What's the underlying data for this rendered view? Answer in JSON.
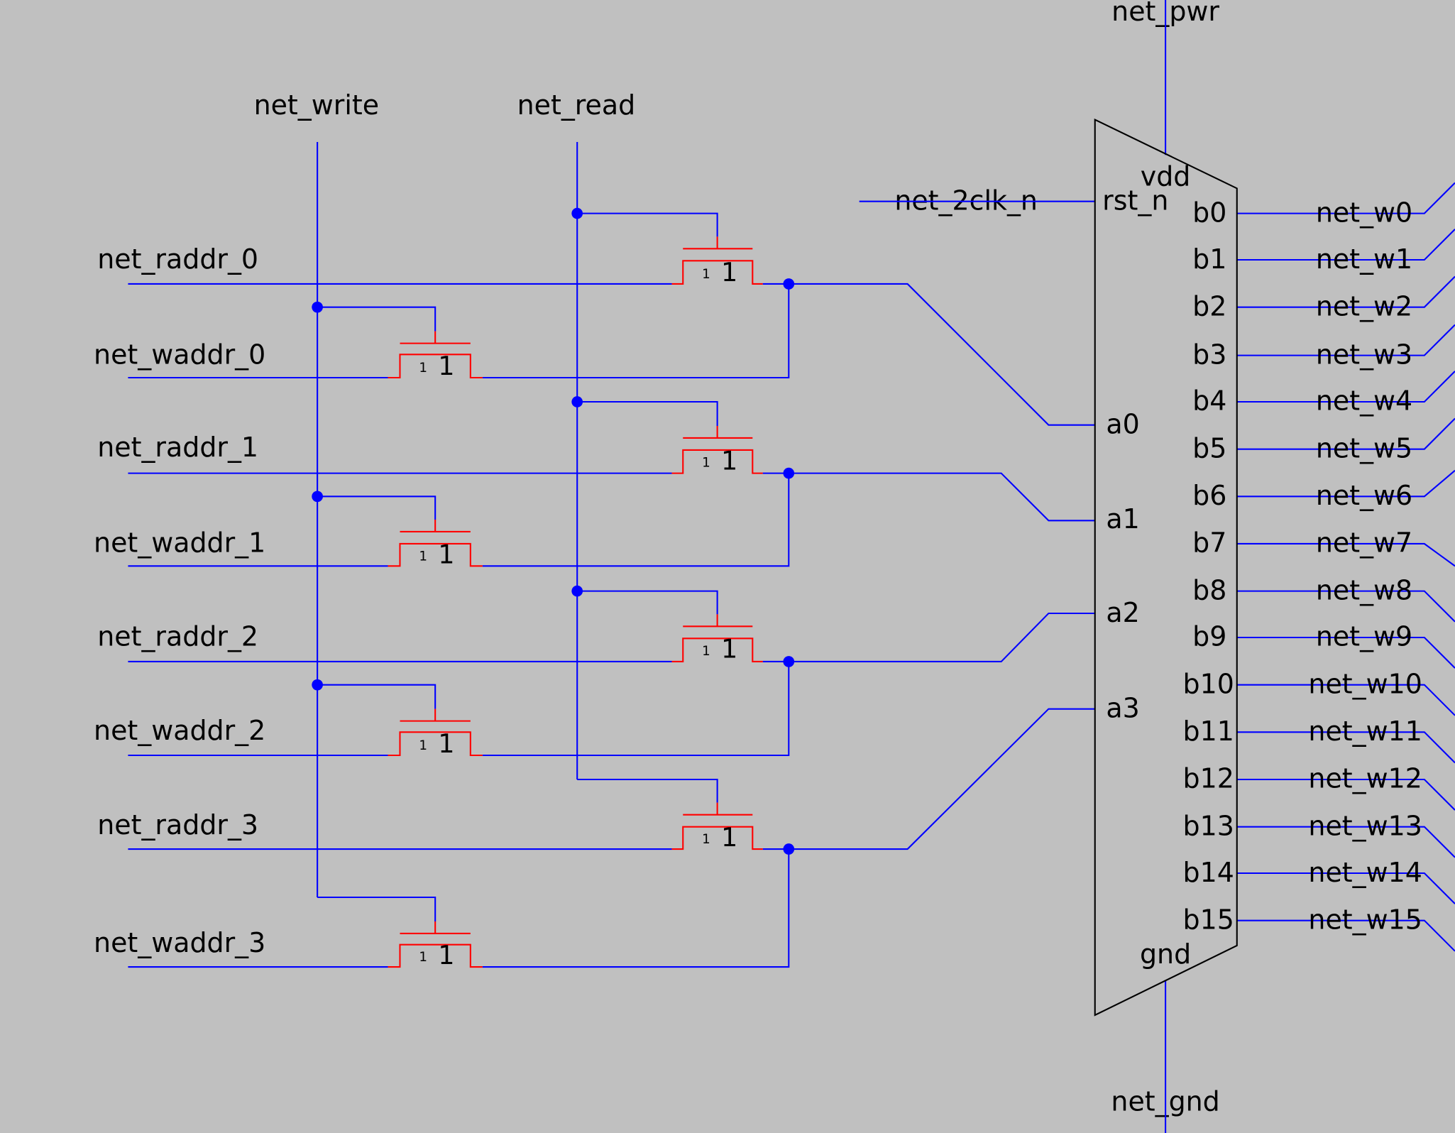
{
  "colors": {
    "background": "#c0c0c0",
    "wire": "#0000ff",
    "transistor": "#ff0000",
    "outline": "#000000"
  },
  "top_nets": {
    "write": "net_write",
    "read": "net_read",
    "pwr": "net_pwr",
    "gnd": "net_gnd",
    "clk": "net_2clk_n"
  },
  "address_nets": [
    "net_raddr_0",
    "net_waddr_0",
    "net_raddr_1",
    "net_waddr_1",
    "net_raddr_2",
    "net_waddr_2",
    "net_raddr_3",
    "net_waddr_3"
  ],
  "transistor": {
    "main_label": "1",
    "small_label": "1"
  },
  "block": {
    "pins_top": {
      "vdd": "vdd",
      "rst": "rst_n"
    },
    "pins_bottom": {
      "gnd": "gnd"
    },
    "pins_left": [
      "a0",
      "a1",
      "a2",
      "a3"
    ],
    "pins_right": [
      "b0",
      "b1",
      "b2",
      "b3",
      "b4",
      "b5",
      "b6",
      "b7",
      "b8",
      "b9",
      "b10",
      "b11",
      "b12",
      "b13",
      "b14",
      "b15"
    ]
  },
  "output_nets": [
    "net_w0",
    "net_w1",
    "net_w2",
    "net_w3",
    "net_w4",
    "net_w5",
    "net_w6",
    "net_w7",
    "net_w8",
    "net_w9",
    "net_w10",
    "net_w11",
    "net_w12",
    "net_w13",
    "net_w14",
    "net_w15"
  ]
}
